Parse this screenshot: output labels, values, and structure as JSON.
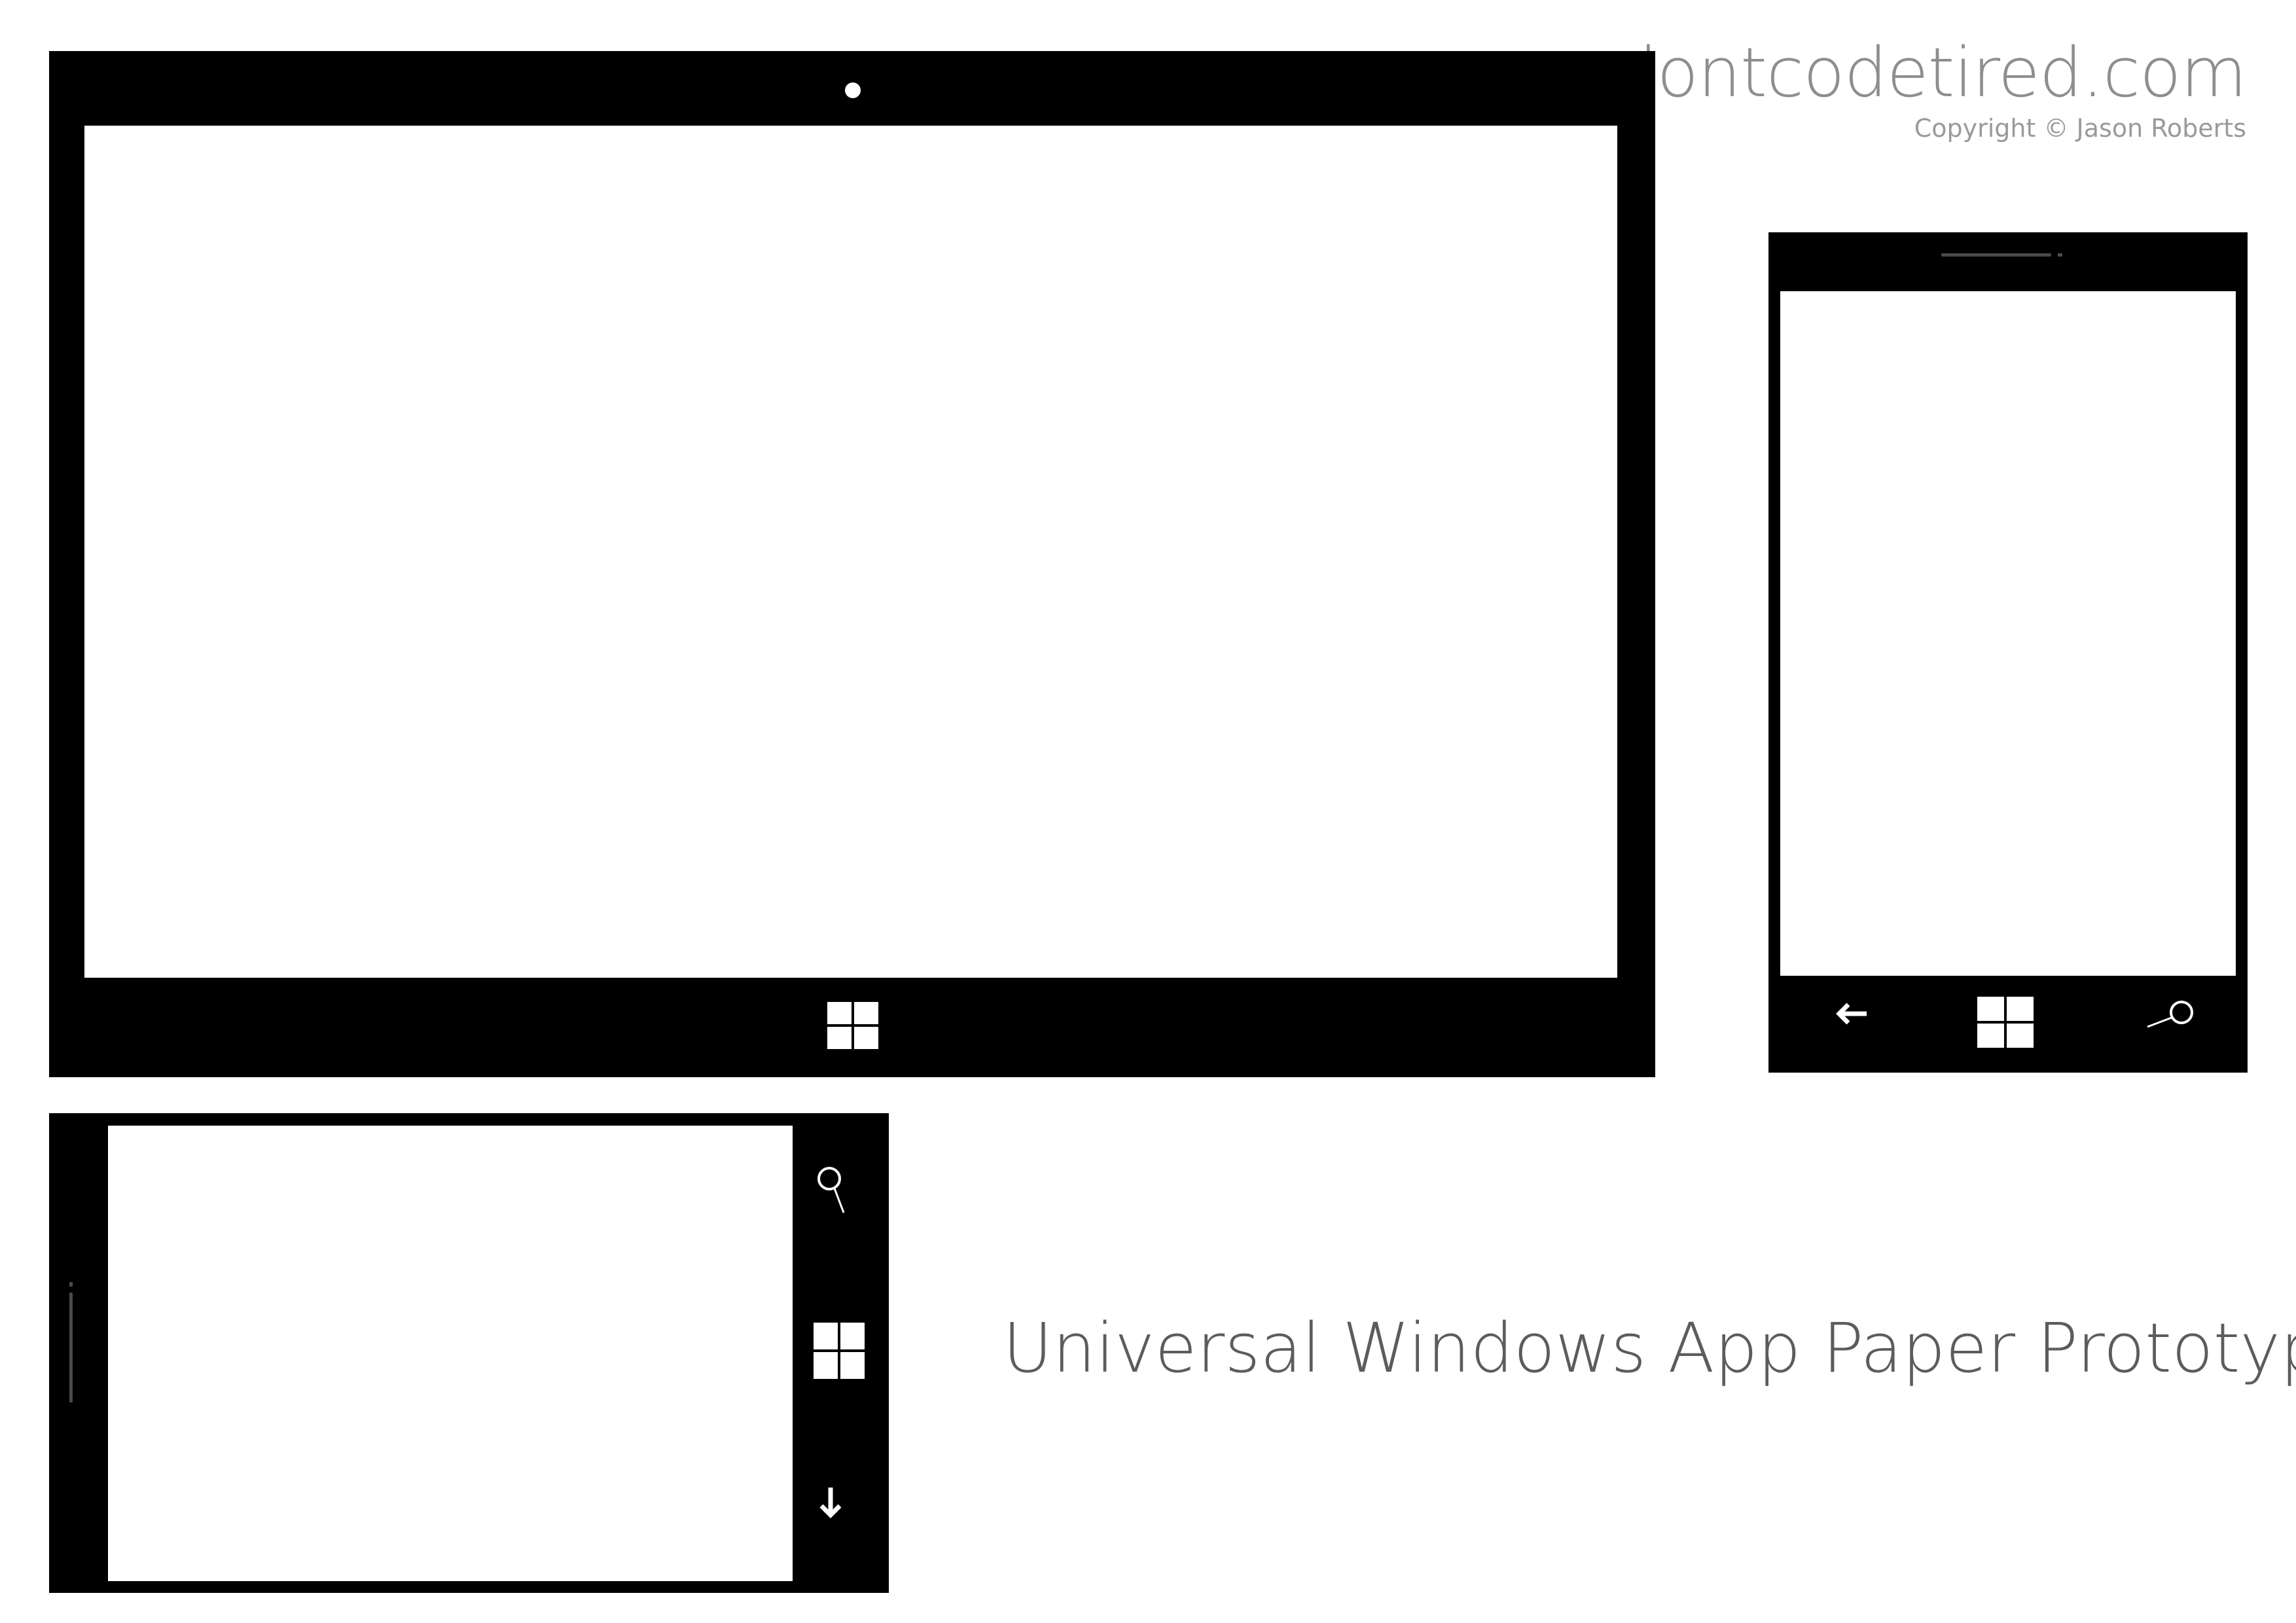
{
  "brand": {
    "site": "dontcodetired.com",
    "copyright": "Copyright © Jason Roberts"
  },
  "title": "Universal Windows App Paper Prototype",
  "colors": {
    "frame": "#000000",
    "screen": "#ffffff",
    "brand_text": "#8e8e8e",
    "title_text": "#5c5c5c",
    "speaker": "#4a4a4a"
  },
  "devices": {
    "tablet": {
      "icons": [
        "camera-dot",
        "windows-start-icon"
      ]
    },
    "phone_portrait": {
      "icons": [
        "back-arrow-icon",
        "windows-start-icon",
        "search-icon"
      ]
    },
    "phone_landscape": {
      "icons": [
        "search-icon",
        "windows-start-icon",
        "down-arrow-icon"
      ]
    }
  }
}
